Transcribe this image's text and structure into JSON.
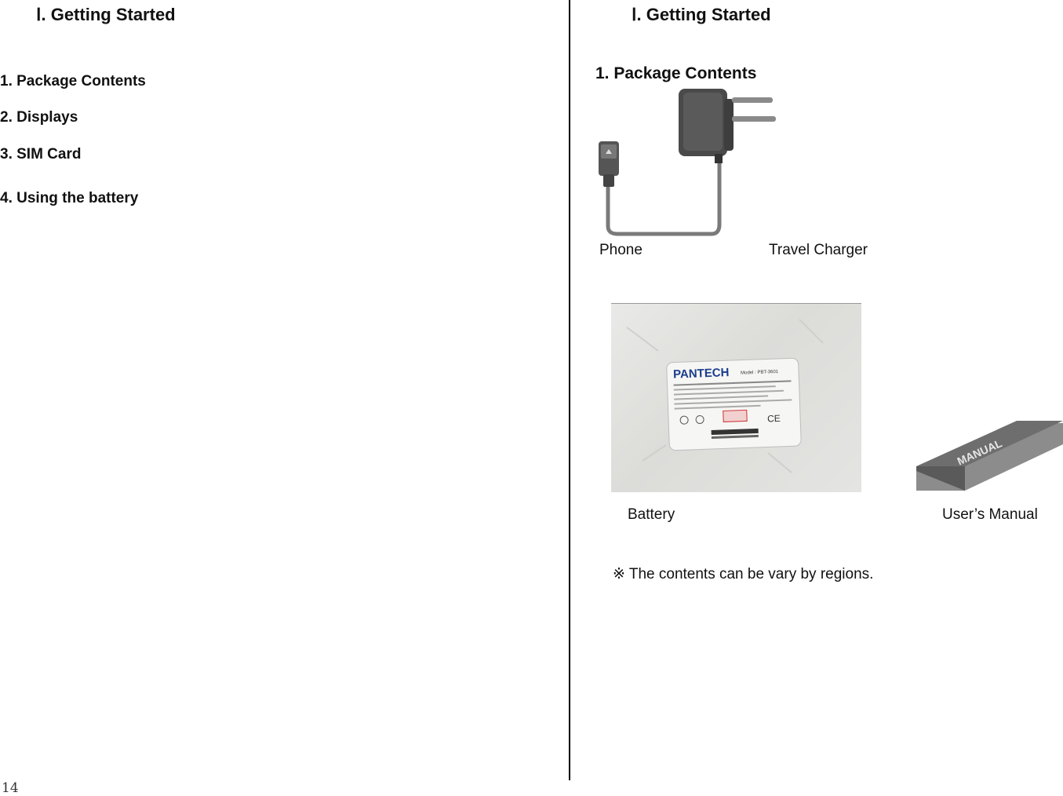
{
  "left_page": {
    "chapter_title": "Ⅰ. Getting Started",
    "toc": [
      "1. Package Contents",
      "2. Displays",
      "3. SIM Card",
      "4. Using the battery"
    ],
    "page_number": "14"
  },
  "right_page": {
    "chapter_title": "Ⅰ. Getting Started",
    "section_title": "1. Package Contents",
    "captions": {
      "phone": "Phone",
      "charger": "Travel Charger",
      "battery": "Battery",
      "manual": "User’s Manual"
    },
    "battery_label": {
      "brand": "PANTECH",
      "model": "Model : PBT-3601"
    },
    "manual_cover_text": "MANUAL",
    "note": "※ The contents can be vary by regions."
  }
}
